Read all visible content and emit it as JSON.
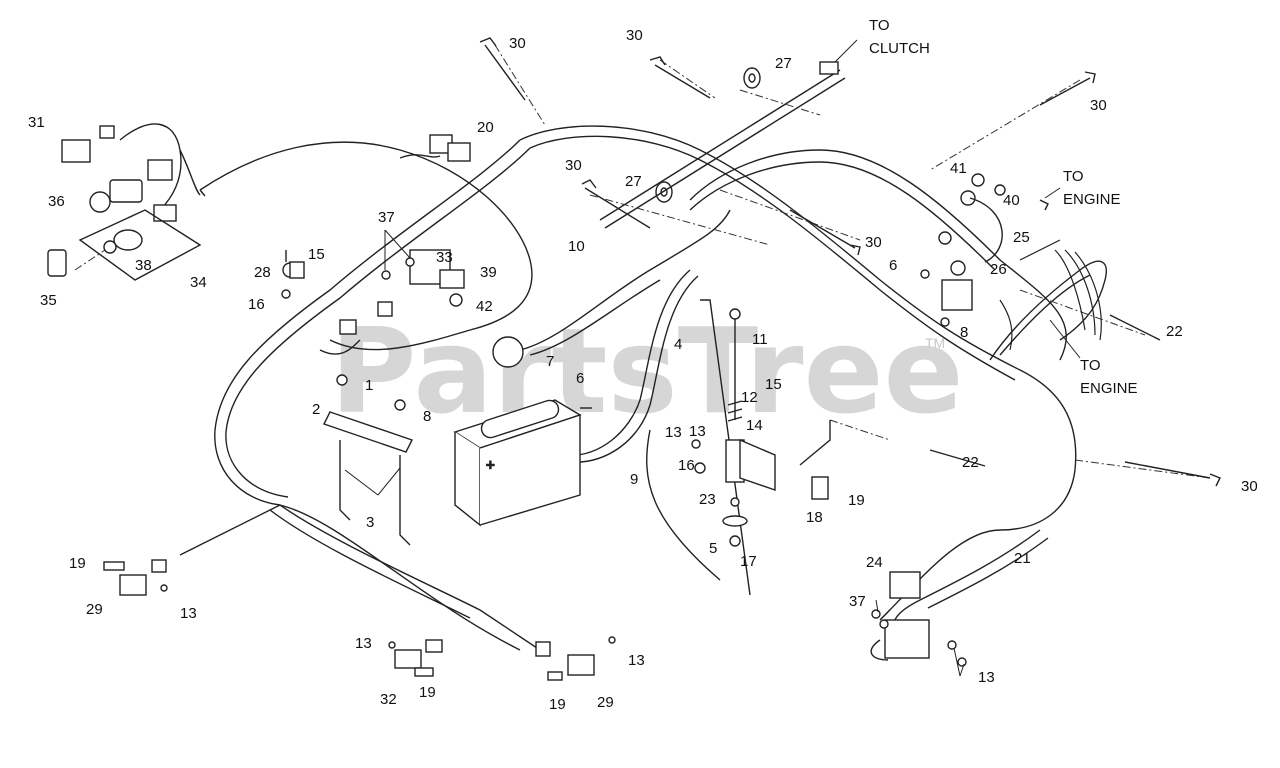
{
  "watermark": {
    "text": "PartsTree",
    "tm": "TM"
  },
  "callouts": {
    "to_clutch_1": "TO",
    "to_clutch_2": "CLUTCH",
    "to_engine_a_1": "TO",
    "to_engine_a_2": "ENGINE",
    "to_engine_b_1": "TO",
    "to_engine_b_2": "ENGINE"
  },
  "labels": [
    "30",
    "30",
    "27",
    "30",
    "31",
    "20",
    "36",
    "30",
    "27",
    "41",
    "40",
    "37",
    "15",
    "33",
    "10",
    "30",
    "28",
    "39",
    "38",
    "34",
    "35",
    "16",
    "42",
    "6",
    "26",
    "25",
    "4",
    "7",
    "11",
    "6",
    "8",
    "22",
    "1",
    "2",
    "8",
    "15",
    "12",
    "13",
    "14",
    "9",
    "16",
    "3",
    "23",
    "19",
    "18",
    "22",
    "30",
    "5",
    "17",
    "21",
    "24",
    "19",
    "29",
    "13",
    "37",
    "13",
    "13",
    "13",
    "32",
    "19",
    "19",
    "29",
    "13"
  ],
  "colors": {
    "line": "#222222",
    "watermark": "#d6d6d6"
  }
}
